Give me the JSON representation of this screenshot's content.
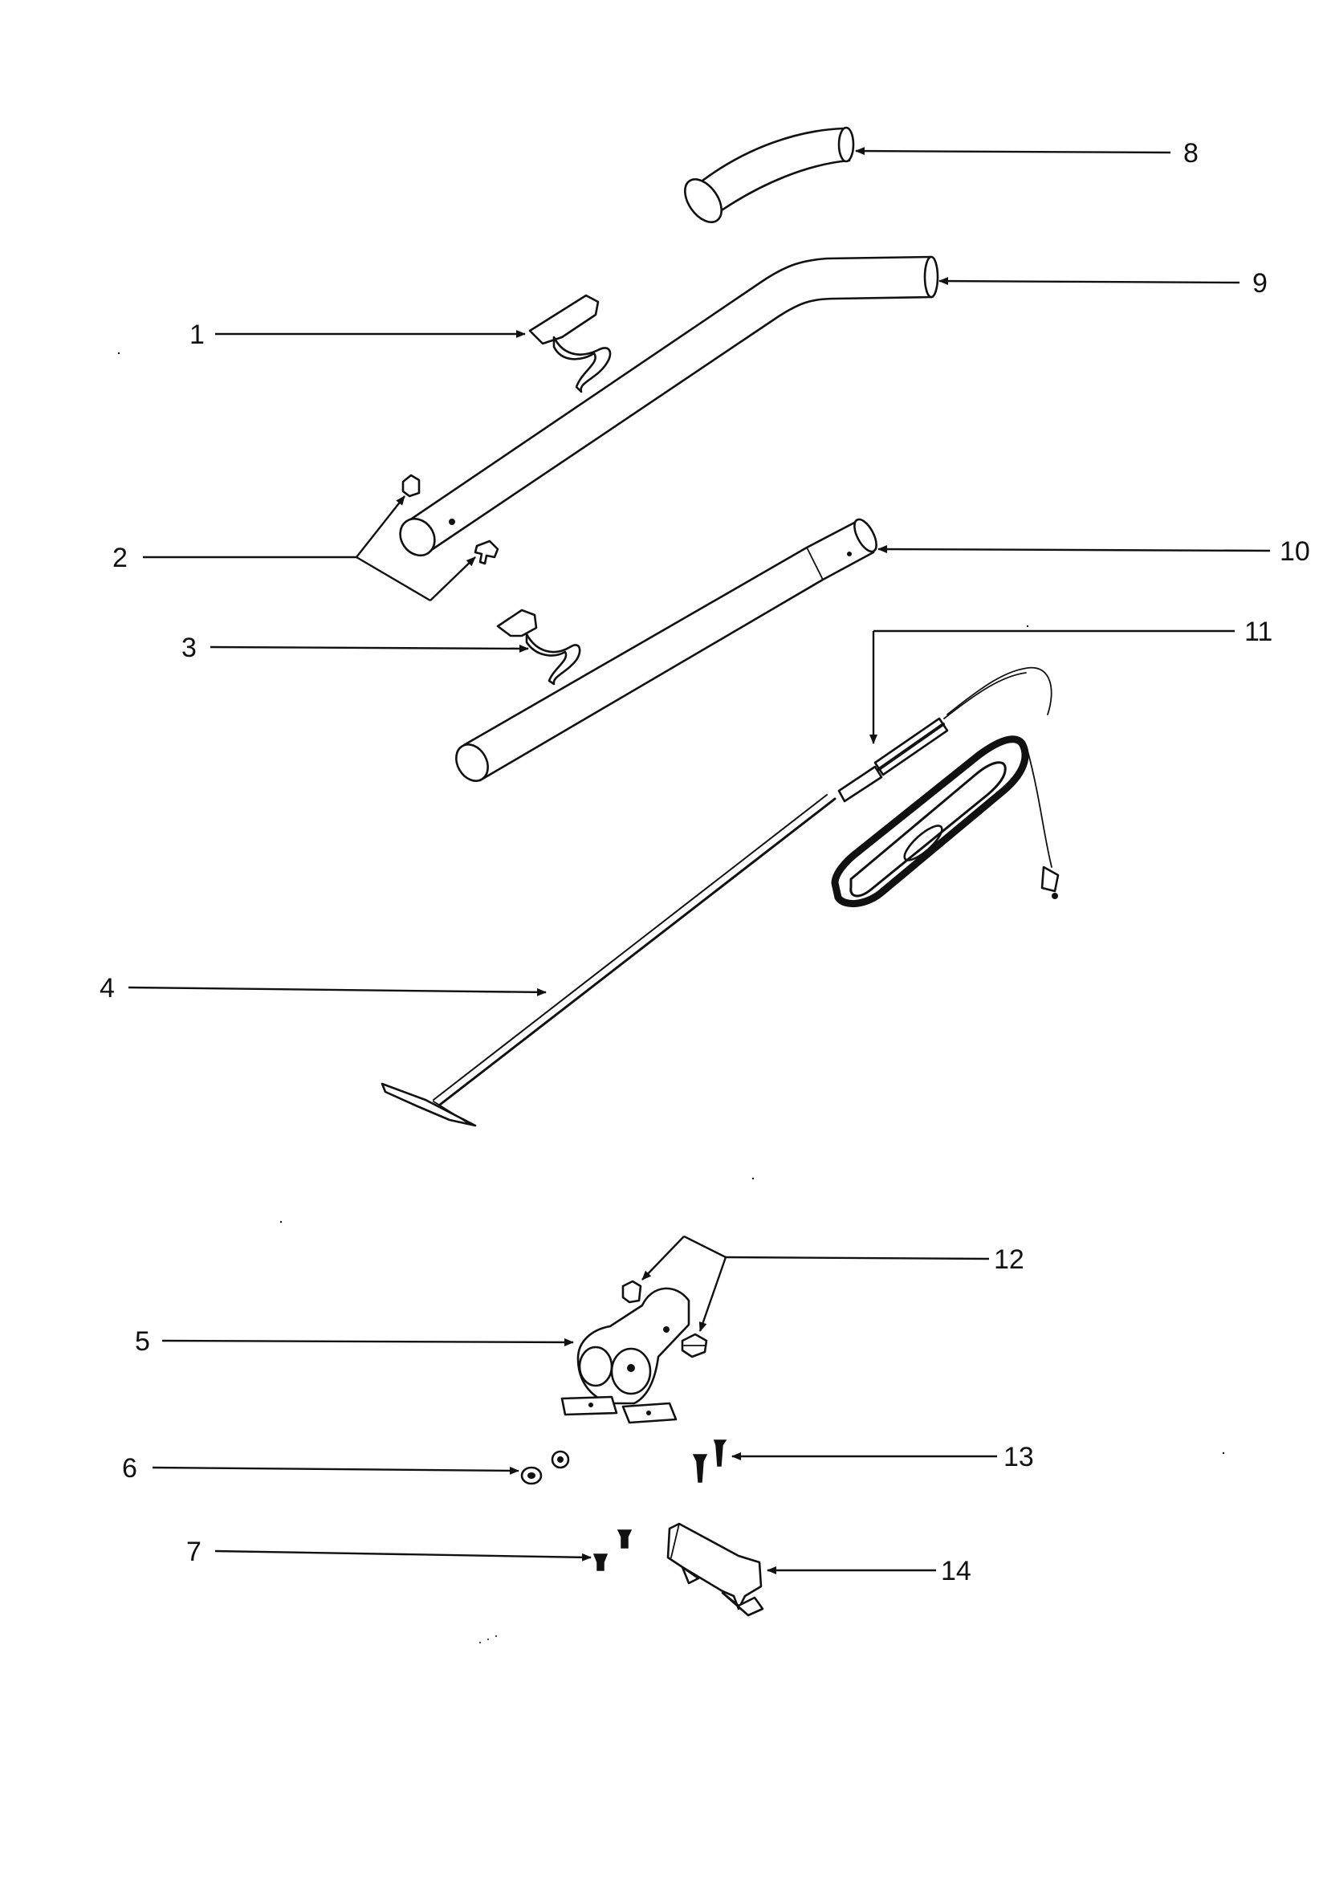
{
  "callouts": [
    {
      "id": "1",
      "label": "1"
    },
    {
      "id": "2",
      "label": "2"
    },
    {
      "id": "3",
      "label": "3"
    },
    {
      "id": "4",
      "label": "4"
    },
    {
      "id": "5",
      "label": "5"
    },
    {
      "id": "6",
      "label": "6"
    },
    {
      "id": "7",
      "label": "7"
    },
    {
      "id": "8",
      "label": "8"
    },
    {
      "id": "9",
      "label": "9"
    },
    {
      "id": "10",
      "label": "10"
    },
    {
      "id": "11",
      "label": "11"
    },
    {
      "id": "12",
      "label": "12"
    },
    {
      "id": "13",
      "label": "13"
    },
    {
      "id": "14",
      "label": "14"
    }
  ],
  "colors": {
    "ink": "#111111",
    "paper": "#ffffff"
  }
}
